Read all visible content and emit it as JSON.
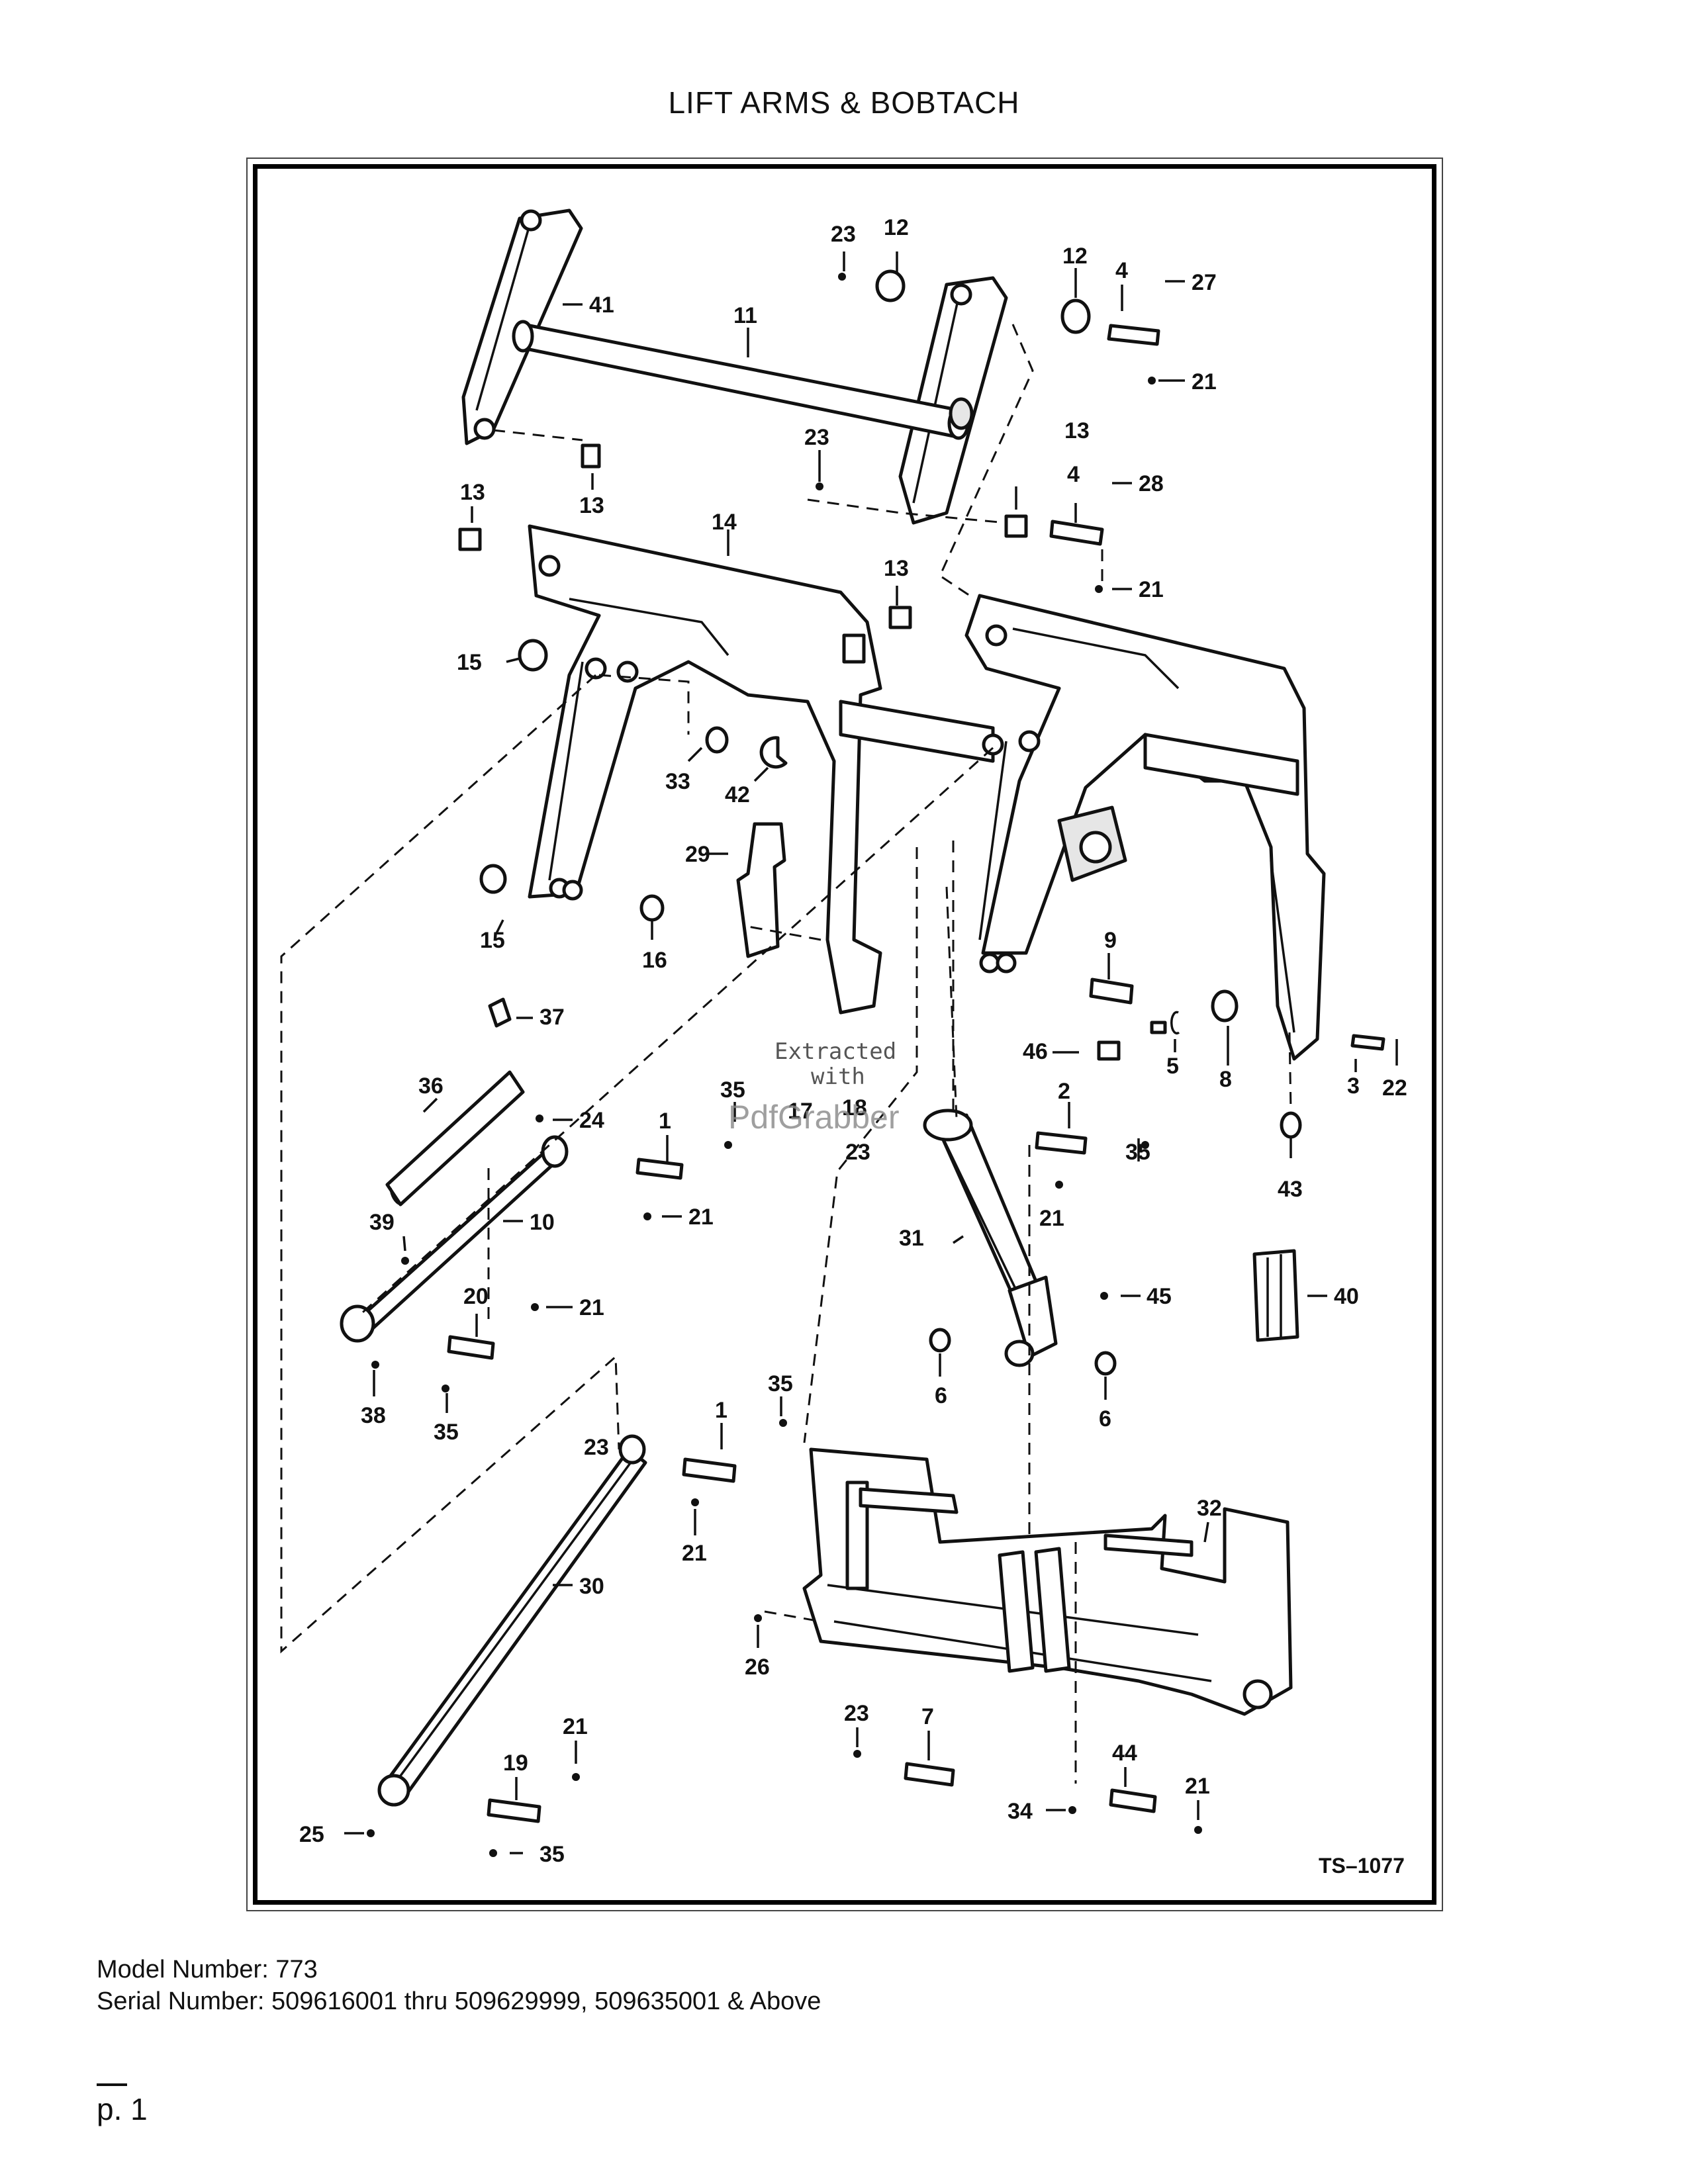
{
  "header": {
    "title": "LIFT ARMS & BOBTACH"
  },
  "diagram": {
    "drawing_code": "TS–1077",
    "watermark": {
      "line1": "Extracted",
      "line2": "with",
      "brand": "PdfGrabber"
    },
    "callouts": [
      "23",
      "12",
      "12",
      "4",
      "27",
      "41",
      "11",
      "21",
      "23",
      "13",
      "4",
      "28",
      "13",
      "13",
      "14",
      "13",
      "21",
      "15",
      "33",
      "42",
      "29",
      "15",
      "16",
      "9",
      "37",
      "46",
      "5",
      "8",
      "3",
      "22",
      "35",
      "2",
      "36",
      "24",
      "1",
      "21",
      "17",
      "18",
      "23",
      "35",
      "43",
      "39",
      "10",
      "21",
      "31",
      "45",
      "40",
      "20",
      "21",
      "6",
      "6",
      "38",
      "35",
      "35",
      "1",
      "23",
      "30",
      "21",
      "32",
      "26",
      "23",
      "7",
      "44",
      "21",
      "19",
      "21",
      "25",
      "35",
      "34"
    ]
  },
  "footer": {
    "model": "Model Number: 773",
    "serial": "Serial Number: 509616001 thru 509629999, 509635001 & Above",
    "page": "p. 1"
  }
}
